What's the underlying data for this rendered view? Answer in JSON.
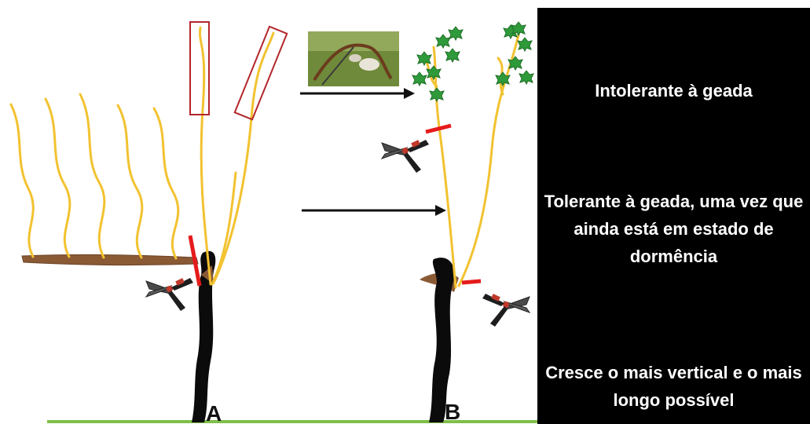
{
  "labels": {
    "left_vine": "A",
    "right_vine": "B"
  },
  "notes": [
    "Intolerante à geada",
    "Tolerante à geada, uma vez que ainda está em estado de dormência",
    "Cresce o mais vertical e o mais longo possível"
  ],
  "colors": {
    "cane": "#f2c230",
    "trunk": "#0b0b0b",
    "old_arm": "#8a5a35",
    "cut_mark": "#e51b1b",
    "highlight_box": "#b3262b",
    "leaf": "#2f9a3a",
    "panel": "#000000",
    "note_text": "#ffffff",
    "ground_line": "#7fbf4a"
  },
  "icons": {
    "pruning_shears": "pruning-shears-icon",
    "inset_photo": "frost-damaged-shoot-photo",
    "arrow": "arrow-right-icon"
  }
}
